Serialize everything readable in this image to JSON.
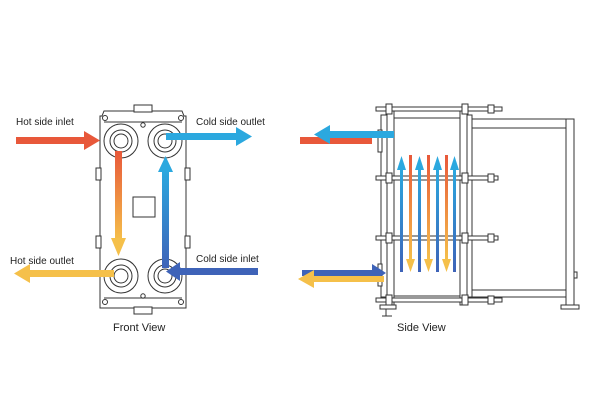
{
  "labels": {
    "hot_inlet": "Hot side inlet",
    "cold_outlet": "Cold side outlet",
    "hot_outlet": "Hot side outlet",
    "cold_inlet": "Cold side inlet",
    "front_view": "Front View",
    "side_view": "Side View"
  },
  "colors": {
    "hot": "#e8583a",
    "warm": "#f0a040",
    "cool": "#f5c04a",
    "cold_in": "#3e63b8",
    "cold_out": "#2ba8df",
    "line": "#333333"
  },
  "icons": [
    "arrow-hot-inlet",
    "arrow-cold-outlet",
    "arrow-hot-outlet",
    "arrow-cold-inlet",
    "plate-port-icon"
  ]
}
